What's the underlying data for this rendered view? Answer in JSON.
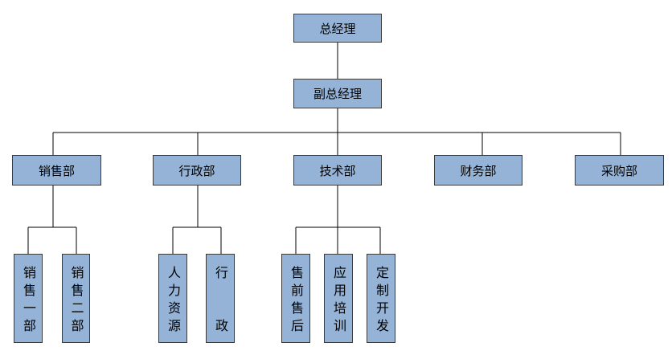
{
  "org": {
    "ceo": "总经理",
    "deputy": "副总经理",
    "departments": [
      "销售部",
      "行政部",
      "技术部",
      "财务部",
      "采购部"
    ],
    "sales_units": [
      "销售一部",
      "销售二部"
    ],
    "admin_units": [
      "人力资源",
      "行　　政"
    ],
    "tech_units": [
      "售前售后",
      "应用培训",
      "定制开发"
    ]
  },
  "colors": {
    "box_fill": "#95b3d7",
    "box_border": "#3a3a3a",
    "line": "#000000"
  }
}
